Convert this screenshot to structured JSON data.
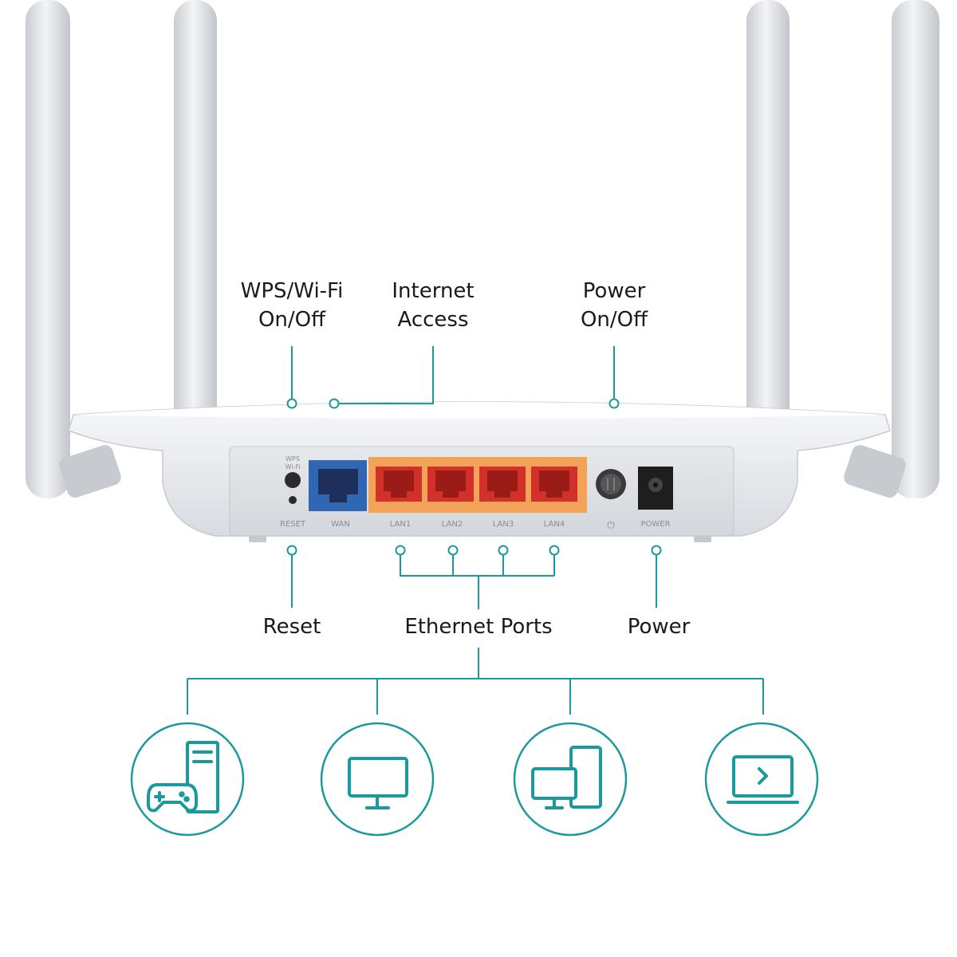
{
  "colors": {
    "accent": "#1b9a9d",
    "wan_port": "#2f67b3",
    "lan_panel": "#f2a259",
    "lan_port": "#d2312a",
    "router_body": "#e9ebee",
    "text": "#1a1a1a"
  },
  "router": {
    "panel_labels": {
      "wps_small": "WPS",
      "wifi_small": "Wi-Fi",
      "reset": "RESET",
      "wan": "WAN",
      "lan1": "LAN1",
      "lan2": "LAN2",
      "lan3": "LAN3",
      "lan4": "LAN4",
      "power_symbol": "⏻",
      "power": "POWER"
    }
  },
  "callouts": {
    "wps": {
      "line1": "WPS/Wi-Fi",
      "line2": "On/Off"
    },
    "internet": {
      "line1": "Internet",
      "line2": "Access"
    },
    "power_switch": {
      "line1": "Power",
      "line2": "On/Off"
    },
    "reset": "Reset",
    "ethernet": "Ethernet Ports",
    "power": "Power"
  },
  "devices": [
    {
      "icon": "gaming-console-pc-icon"
    },
    {
      "icon": "desktop-monitor-icon"
    },
    {
      "icon": "multiple-screens-icon"
    },
    {
      "icon": "laptop-media-icon"
    }
  ]
}
